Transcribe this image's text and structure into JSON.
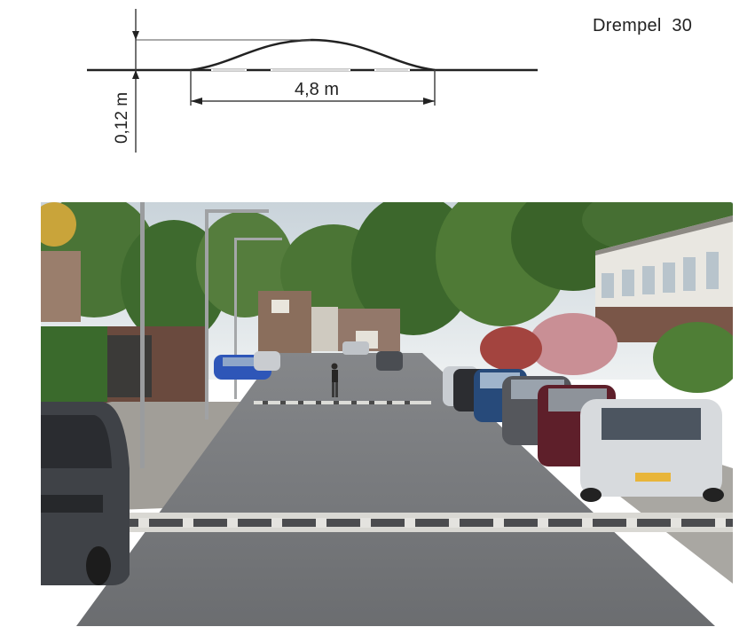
{
  "title": "Drempel  30",
  "diagram": {
    "length_label": "4,8 m",
    "height_label": "0,12 m",
    "hump_length_m": 4.8,
    "hump_height_m": 0.12
  },
  "photo": {
    "subject": "residential street with speed hump markings"
  },
  "colors": {
    "line": "#222222",
    "sky": "#dfe6ea",
    "asphalt": "#6f7174",
    "foliage": "#3f6b30"
  }
}
